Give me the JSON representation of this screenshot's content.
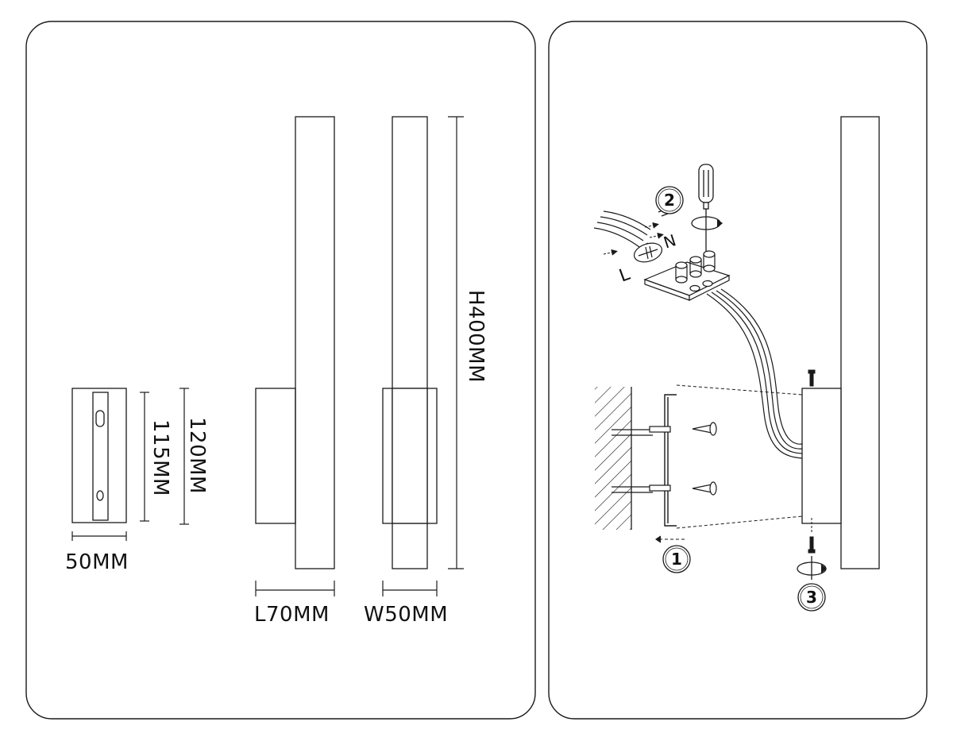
{
  "colors": {
    "line": "#1a1a1a",
    "background": "#ffffff"
  },
  "dimensions_panel": {
    "base_width": "50MM",
    "inner_height": "115MM",
    "outer_height": "120MM",
    "length": "L70MM",
    "width": "W50MM",
    "height": "H400MM"
  },
  "installation_panel": {
    "steps": [
      "1",
      "2",
      "3"
    ],
    "terminal_labels": [
      "L",
      "N"
    ],
    "icons": [
      "screwdriver-icon",
      "rotate-arrow-icon",
      "ground-symbol-icon",
      "screw-icon",
      "wall-plug-icon"
    ]
  }
}
